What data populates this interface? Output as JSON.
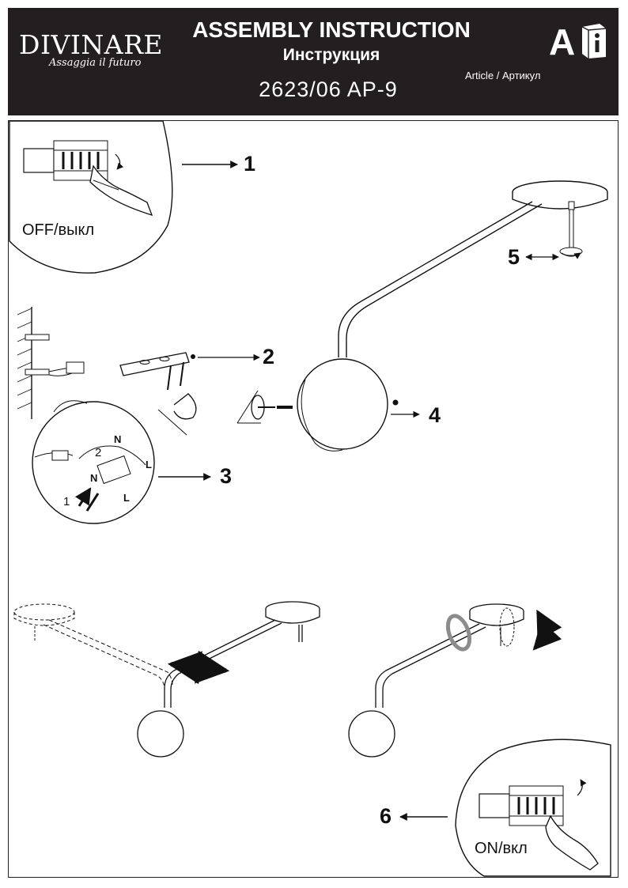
{
  "brand": {
    "name": "DIVINARE",
    "tagline": "Assaggia il futuro"
  },
  "header": {
    "title_en": "ASSEMBLY INSTRUCTION",
    "title_ru": "Инструкция",
    "article_number": "2623/06 AP-9",
    "article_label": "Article / Артикул",
    "language_letter": "A",
    "info_icon": "info-book-icon"
  },
  "steps": [
    "1",
    "2",
    "3",
    "4",
    "5",
    "6"
  ],
  "captions": {
    "off": "OFF/выкл",
    "on": "ON/вкл"
  },
  "wiring_labels": {
    "n": "N",
    "l": "L",
    "step_a": "1",
    "step_b": "2"
  },
  "colors": {
    "header_bg": "#231f20",
    "line": "#231f20",
    "arrow_gray": "#8c8c8c"
  }
}
